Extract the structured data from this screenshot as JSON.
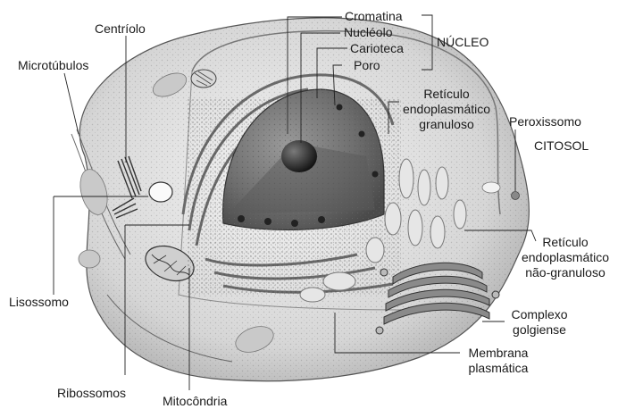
{
  "labels": {
    "centriolo": "Centríolo",
    "microtubulos": "Microtúbulos",
    "lisossomo": "Lisossomo",
    "ribossomos": "Ribossomos",
    "mitocondria": "Mitocôndria",
    "cromatina": "Cromatina",
    "nucleolo": "Nucléolo",
    "carioteca": "Carioteca",
    "poro": "Poro",
    "nucleo": "NÚCLEO",
    "reticulo_granuloso": [
      "Retículo",
      "endoplasmático",
      "granuloso"
    ],
    "peroxissomo": "Peroxissomo",
    "citosol": "CITOSOL",
    "reticulo_nao_granuloso": [
      "Retículo",
      "endoplasmático",
      "não-granuloso"
    ],
    "complexo_golgiense": [
      "Complexo",
      "golgiense"
    ],
    "membrana_plasmatica": [
      "Membrana",
      "plasmática"
    ]
  }
}
